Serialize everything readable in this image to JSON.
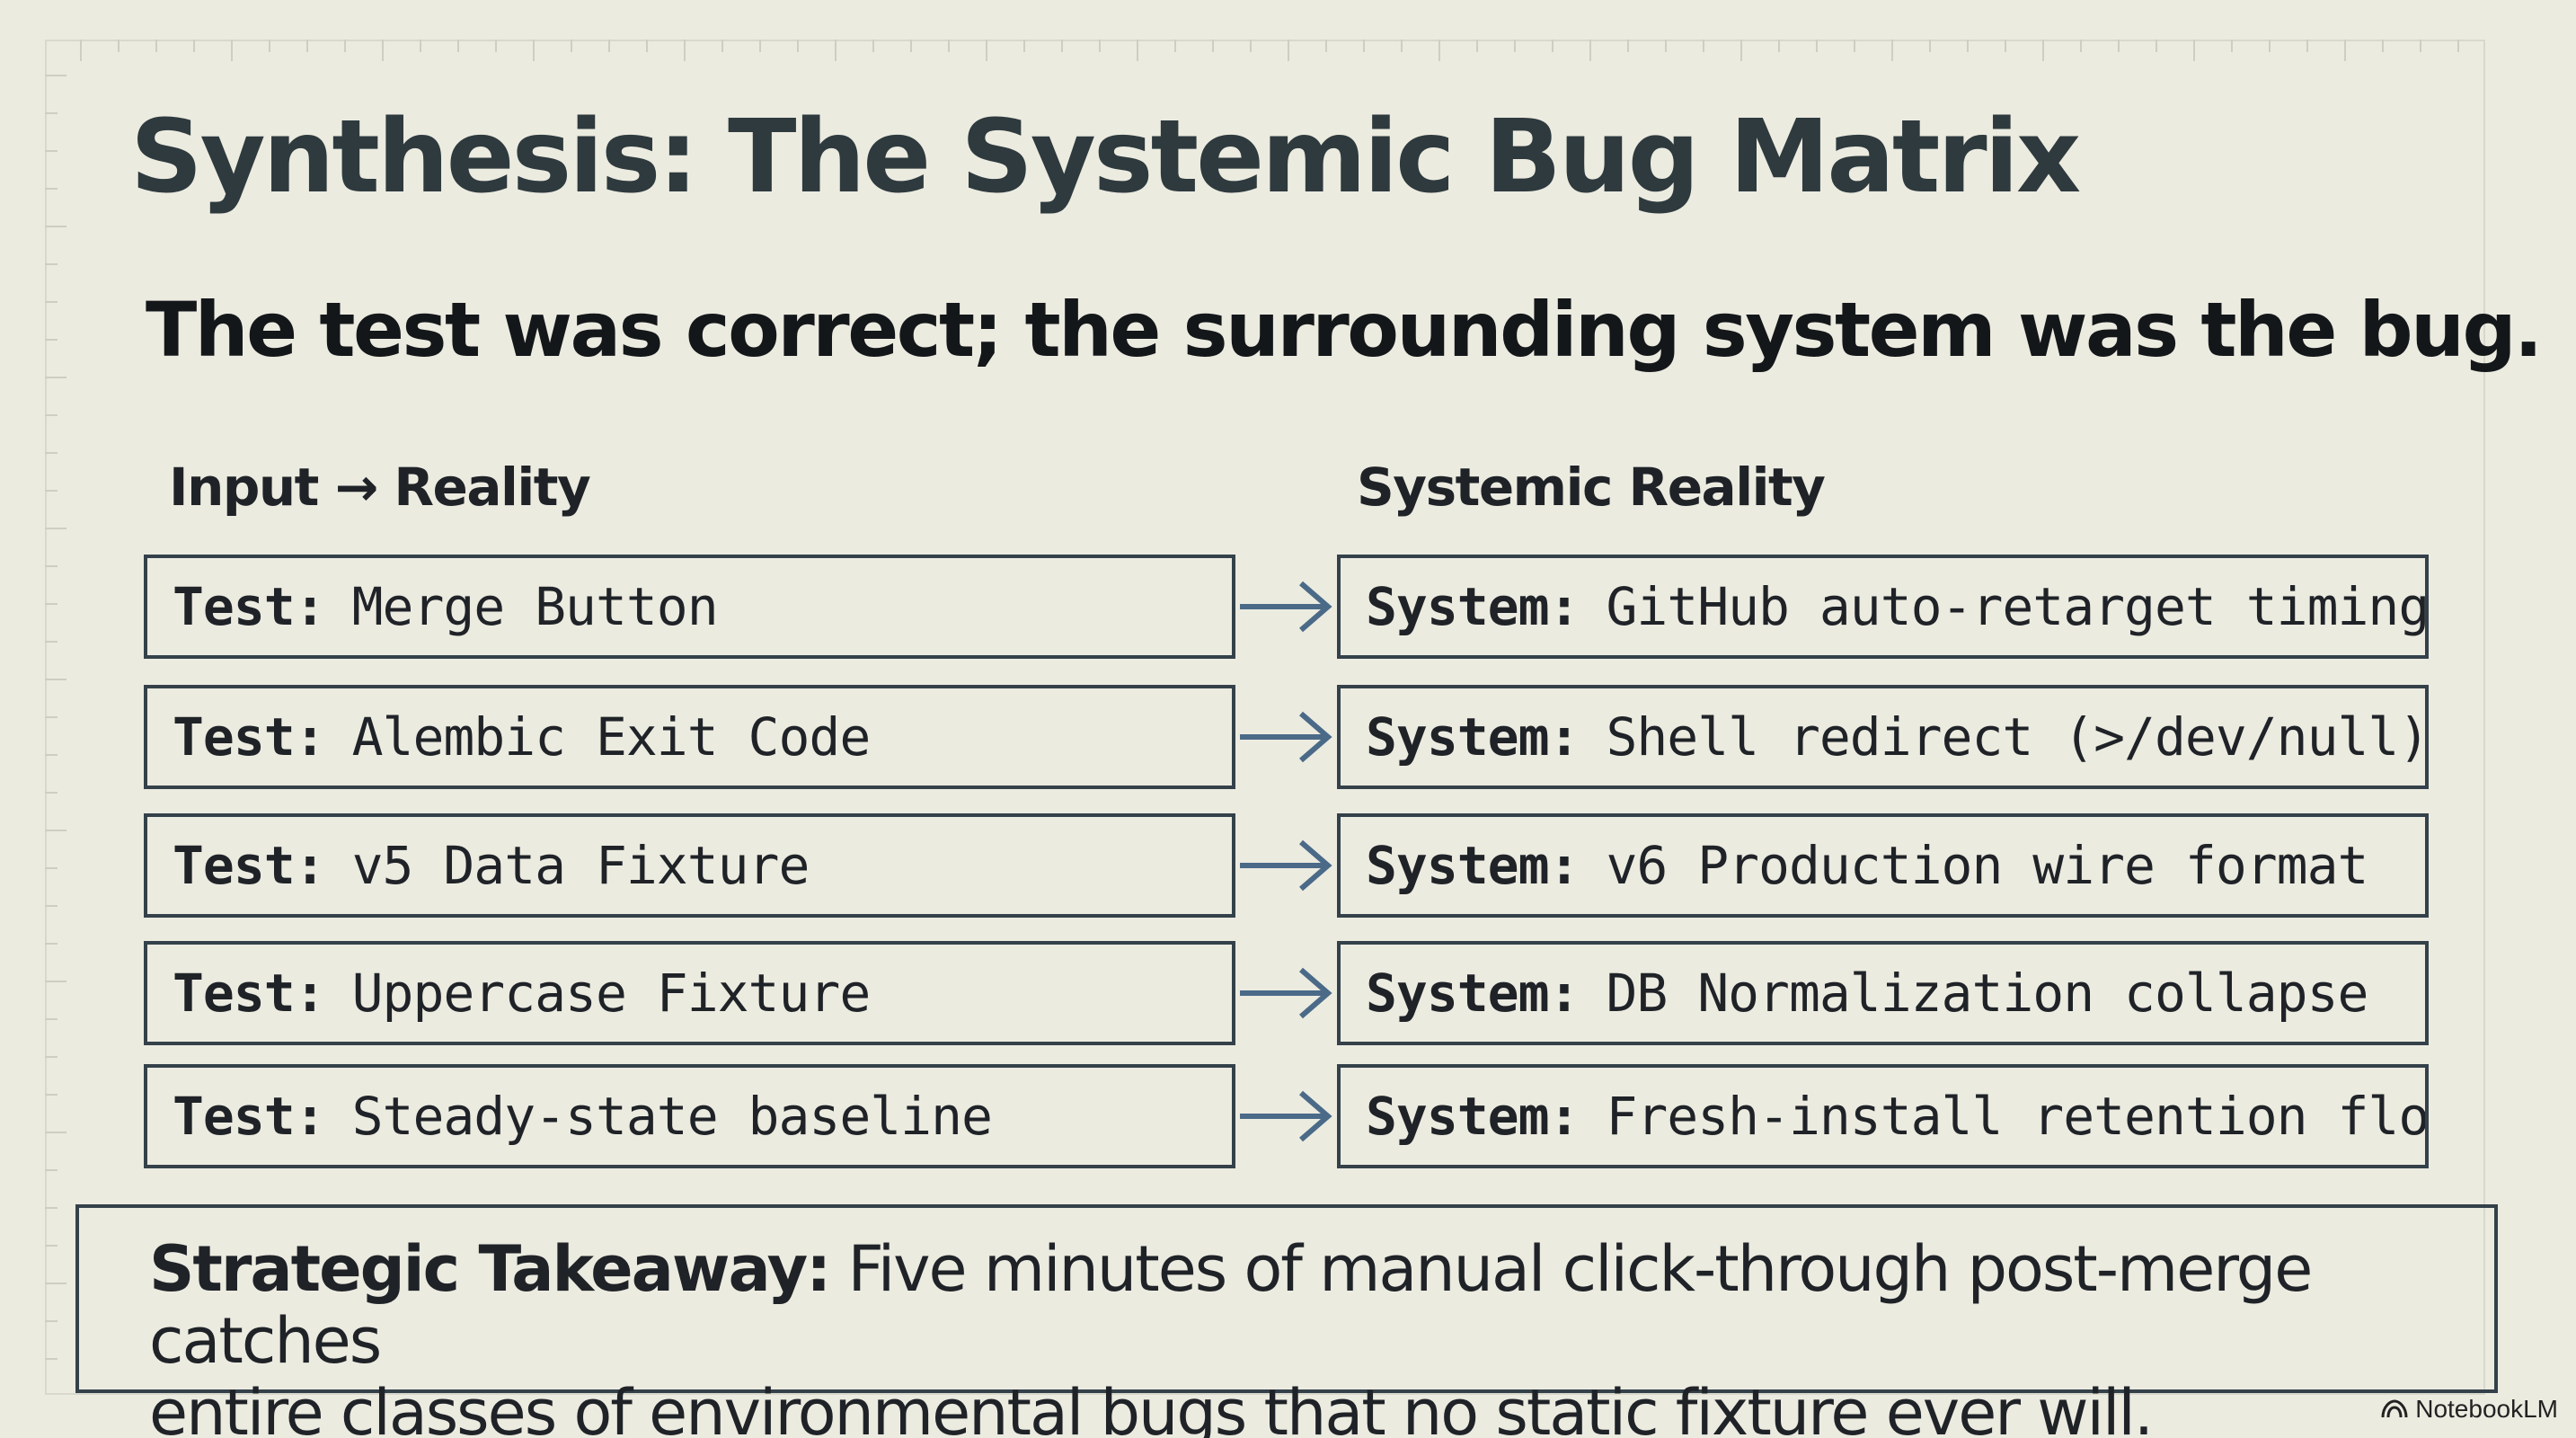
{
  "slide": {
    "title": "Synthesis: The Systemic Bug Matrix",
    "subtitle": "The test was correct; the surrounding system was the bug."
  },
  "columns": {
    "left_header": "Input → Reality",
    "right_header": "Systemic Reality"
  },
  "rows": [
    {
      "test_prefix": "Test:",
      "test_value": "Merge Button",
      "system_prefix": "System:",
      "system_value": "GitHub auto-retarget timing"
    },
    {
      "test_prefix": "Test:",
      "test_value": "Alembic Exit Code",
      "system_prefix": "System:",
      "system_value": "Shell redirect (>/dev/null)"
    },
    {
      "test_prefix": "Test:",
      "test_value": "v5 Data Fixture",
      "system_prefix": "System:",
      "system_value": "v6 Production wire format"
    },
    {
      "test_prefix": "Test:",
      "test_value": "Uppercase Fixture",
      "system_prefix": "System:",
      "system_value": "DB Normalization collapse"
    },
    {
      "test_prefix": "Test:",
      "test_value": "Steady-state baseline",
      "system_prefix": "System:",
      "system_value": "Fresh-install retention floor"
    }
  ],
  "takeaway": {
    "label": "Strategic Takeaway:",
    "line1": " Five minutes of manual click-through post-merge catches",
    "line2": "entire classes of environmental bugs that no static fixture ever will."
  },
  "brand": {
    "name": "NotebookLM",
    "icon": "notebooklm-logo-icon"
  },
  "colors": {
    "background": "#ecebe0",
    "border": "#34414a",
    "arrow": "#4a6a88",
    "title": "#2e3a3e"
  }
}
